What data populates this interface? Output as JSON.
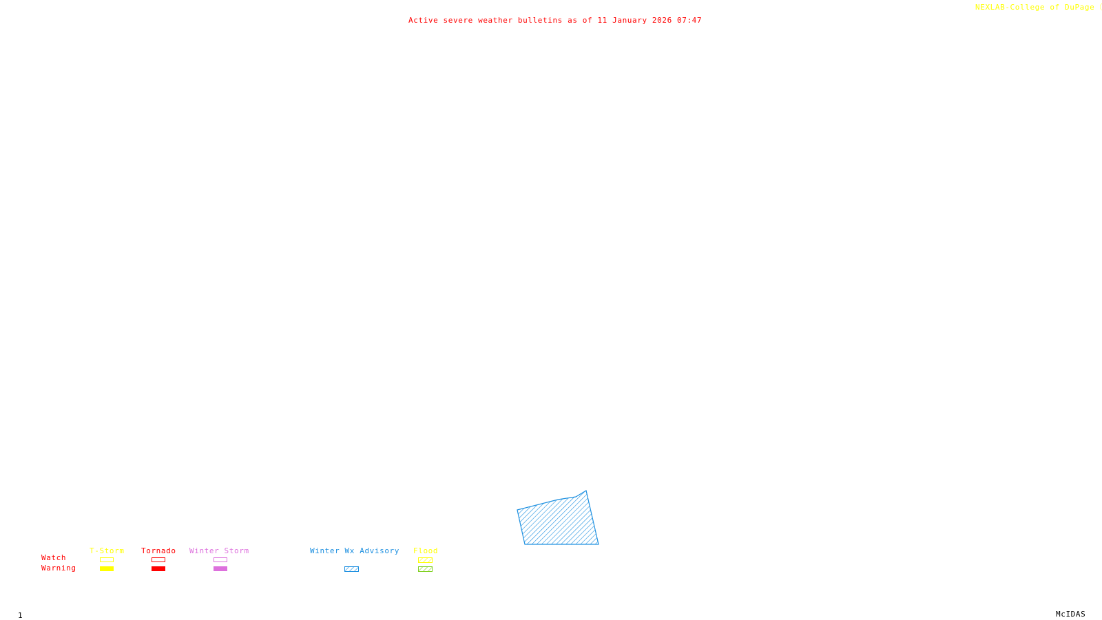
{
  "header": {
    "title": "Active severe weather bulletins as of 11 January 2026 07:47",
    "credit": "NEXLAB-College of DuPage Ⓡ"
  },
  "footer": {
    "frame_number": "1",
    "system_name": "McIDAS"
  },
  "legend": {
    "row_labels": {
      "watch": "Watch",
      "warning": "Warning"
    },
    "categories": [
      {
        "label": "T-Storm",
        "color": "#ffff00",
        "watch": "outline",
        "warning": "filled"
      },
      {
        "label": "Tornado",
        "color": "#ff0000",
        "watch": "outline",
        "warning": "filled"
      },
      {
        "label": "Winter Storm",
        "color": "#dd70dd",
        "watch": "outline",
        "warning": "filled"
      },
      {
        "label": "Winter Wx Advisory",
        "color": "#1e90e0",
        "watch": "none",
        "warning": "hatched"
      },
      {
        "label": "Flood",
        "color": "#ffff00",
        "watch": "hatched",
        "warning": "hatched",
        "warning_color": "#80d020"
      }
    ]
  },
  "colors": {
    "title": "#ff0000",
    "credit": "#ffff00",
    "row_labels": "#ff0000",
    "advisory_area": "#1e90e0"
  },
  "bulletins": [
    {
      "type": "Winter Wx Advisory",
      "style": "hatched",
      "color": "#1e90e0"
    }
  ]
}
